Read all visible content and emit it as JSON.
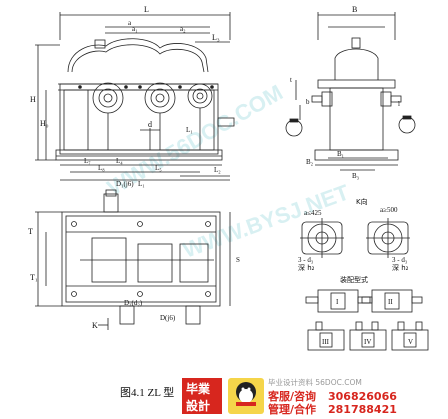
{
  "caption": "图4.1 ZL 型",
  "labels": {
    "L": "L",
    "a": "a",
    "a1": "a₁",
    "a2": "a₂",
    "L3": "L₃",
    "B": "B",
    "H": "H",
    "H0": "H₀",
    "d": "d",
    "L1": "L₁",
    "L2": "L₂",
    "L4": "L₄",
    "L5": "L₅",
    "L7": "L₇",
    "L8": "L₈",
    "B1": "B₁",
    "B2": "B₂",
    "B3": "B₃",
    "D1_j6": "D₁(j6)",
    "D2": "D₂(d₂)",
    "D_j6": "D(j6)",
    "K": "K",
    "Kdir": "K向",
    "a_le_425": "a≤425",
    "a_ge_500": "a≥500",
    "d3": "3 - d₃",
    "deep_h2": "深 h₂",
    "assembly": "装配型式",
    "T": "T",
    "T1": "T₁",
    "S": "S",
    "b": "b",
    "t": "t",
    "l": "l",
    "forms": [
      "I",
      "II",
      "III",
      "IV",
      "V"
    ]
  },
  "watermarks": [
    "WWW.56DOC.COM",
    "WWW.BYSJ.NET"
  ],
  "footer": {
    "site": "毕业设计资料 56DOC.COM",
    "logo_line1": "毕業",
    "logo_line2": "設計",
    "service_label1": "客服/咨询",
    "service_label2": "管理/合作",
    "qq1": "306826066",
    "qq2": "281788421"
  },
  "colors": {
    "ink": "#222222",
    "logo_red": "#d7261e",
    "qq_red": "#d7261e"
  }
}
